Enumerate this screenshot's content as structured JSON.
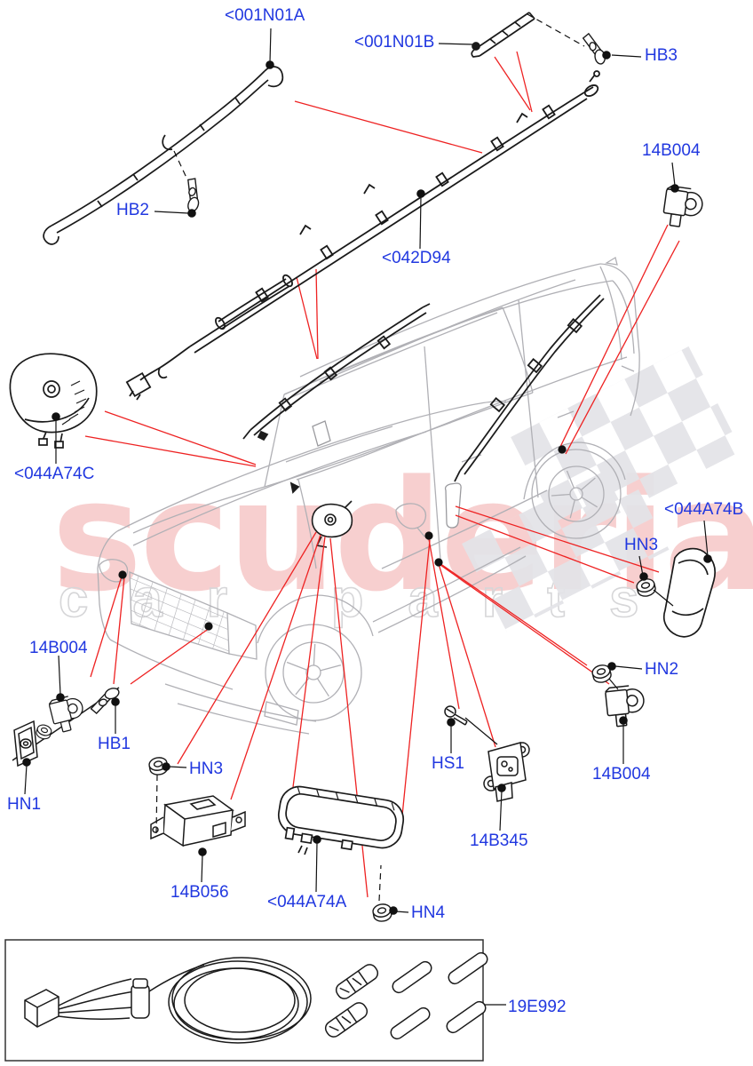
{
  "watermark": {
    "brand": "scuderia",
    "tagline": "car parts"
  },
  "labels": {
    "n001a": "<001N01A",
    "n001b": "<001N01B",
    "hb3": "HB3",
    "hb2": "HB2",
    "d042d94": "<042D94",
    "b14b004_top": "14B004",
    "a044a74c": "<044A74C",
    "a044a74b": "<044A74B",
    "hn3_right": "HN3",
    "hn2": "HN2",
    "b14b004_right": "14B004",
    "b14b004_left": "14B004",
    "hb1": "HB1",
    "hn1": "HN1",
    "hn3_center": "HN3",
    "b14b056": "14B056",
    "a044a74a": "<044A74A",
    "hn4": "HN4",
    "hs1": "HS1",
    "b14b345": "14B345",
    "e19e992": "19E992"
  },
  "colors": {
    "label_blue": "#2138e0",
    "leader_red": "#ee2222",
    "line_black": "#1a1a1a",
    "car_grey": "#b0b0b5",
    "watermark_pink": "#f7cfcf",
    "watermark_grey": "#d6d6d8"
  }
}
